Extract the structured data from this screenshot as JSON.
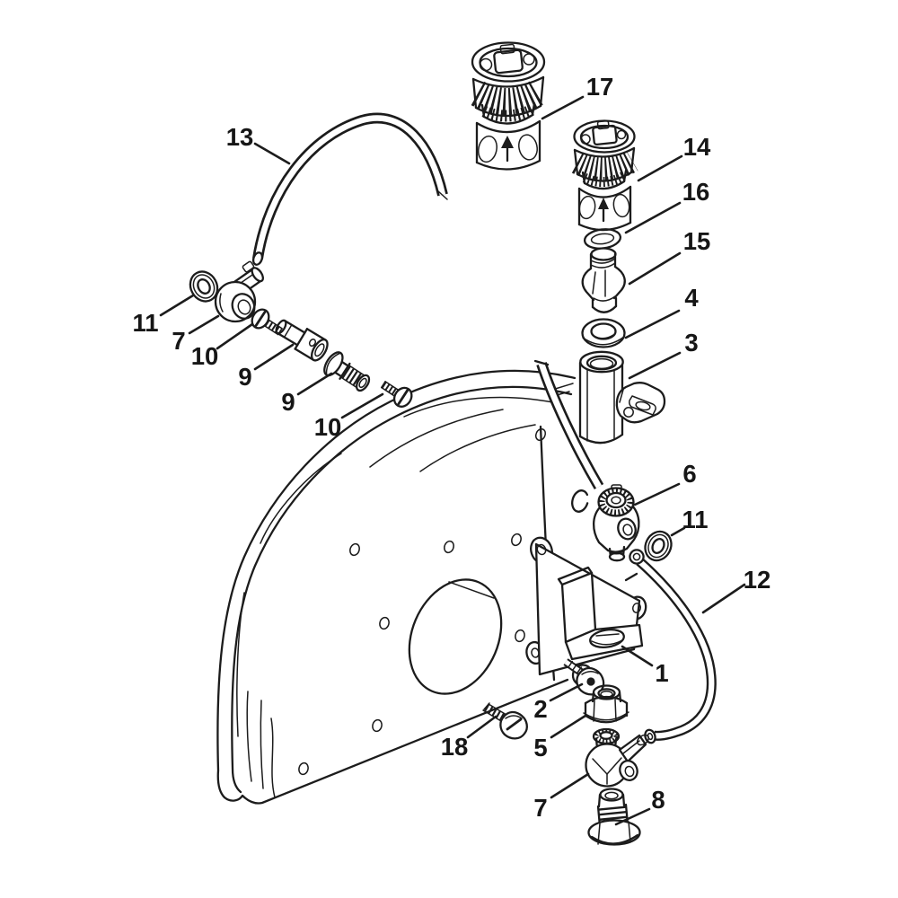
{
  "figure": {
    "type": "exploded-parts-diagram",
    "background_color": "#ffffff",
    "line_color": "#1c1c1c",
    "callouts": [
      {
        "label": "17"
      },
      {
        "label": "14"
      },
      {
        "label": "16"
      },
      {
        "label": "15"
      },
      {
        "label": "4"
      },
      {
        "label": "3"
      },
      {
        "label": "13"
      },
      {
        "label": "11"
      },
      {
        "label": "7"
      },
      {
        "label": "10"
      },
      {
        "label": "9"
      },
      {
        "label": "9"
      },
      {
        "label": "10"
      },
      {
        "label": "6"
      },
      {
        "label": "11"
      },
      {
        "label": "12"
      },
      {
        "label": "1"
      },
      {
        "label": "2"
      },
      {
        "label": "5"
      },
      {
        "label": "18"
      },
      {
        "label": "7"
      },
      {
        "label": "8"
      }
    ]
  }
}
